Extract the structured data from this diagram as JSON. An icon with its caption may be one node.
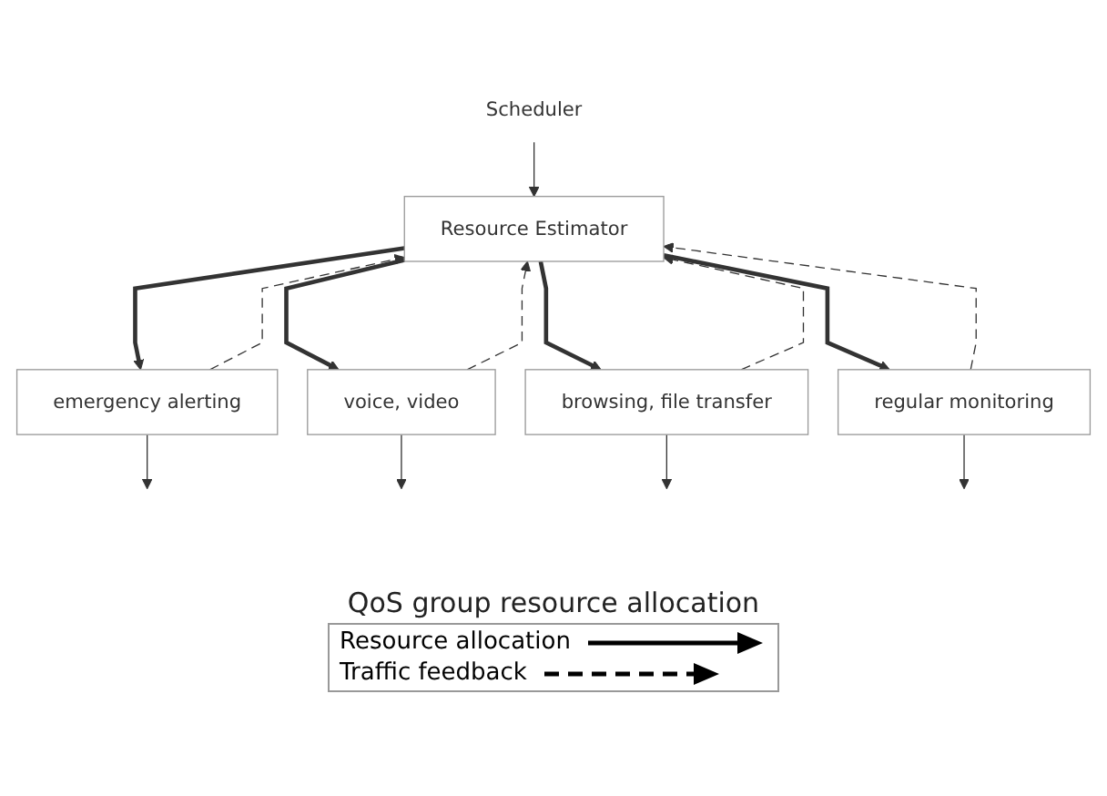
{
  "diagram": {
    "nodes": [
      {
        "text": [
          "Scheduler"
        ]
      },
      {
        "text": [
          "Resource Estimator"
        ]
      },
      {
        "text": [
          "emergency alerting"
        ]
      },
      {
        "text": [
          "voice, video"
        ]
      },
      {
        "text": [
          "browsing, file transfer"
        ]
      },
      {
        "text": [
          "regular monitoring"
        ]
      }
    ],
    "edges": [
      {
        "from": 0,
        "to": 1,
        "arrow": "to"
      },
      {
        "from": 1,
        "to": 2,
        "arrow": "to",
        "style": "thick"
      },
      {
        "from": 1,
        "to": 3,
        "arrow": "to",
        "style": "thick"
      },
      {
        "from": 1,
        "to": 4,
        "arrow": "to",
        "style": "thick"
      },
      {
        "from": 1,
        "to": 5,
        "arrow": "to",
        "style": "thick"
      },
      {
        "from": 2,
        "to": 1,
        "arrow": "to",
        "style": "dashed"
      },
      {
        "from": 3,
        "to": 1,
        "arrow": "to",
        "style": "dashed"
      },
      {
        "from": 4,
        "to": 1,
        "arrow": "to",
        "style": "dashed"
      },
      {
        "from": 5,
        "to": 1,
        "arrow": "to",
        "style": "dashed"
      },
      {
        "from": 2,
        "to": null,
        "arrow": "to"
      },
      {
        "from": 3,
        "to": null,
        "arrow": "to"
      },
      {
        "from": 4,
        "to": null,
        "arrow": "to"
      },
      {
        "from": 5,
        "to": null,
        "arrow": "to"
      }
    ],
    "labels": [
      "QoS group resource allocation"
    ],
    "legend": [
      {
        "text": "Resource allocation"
      },
      {
        "text": "Traffic feedback"
      }
    ]
  }
}
